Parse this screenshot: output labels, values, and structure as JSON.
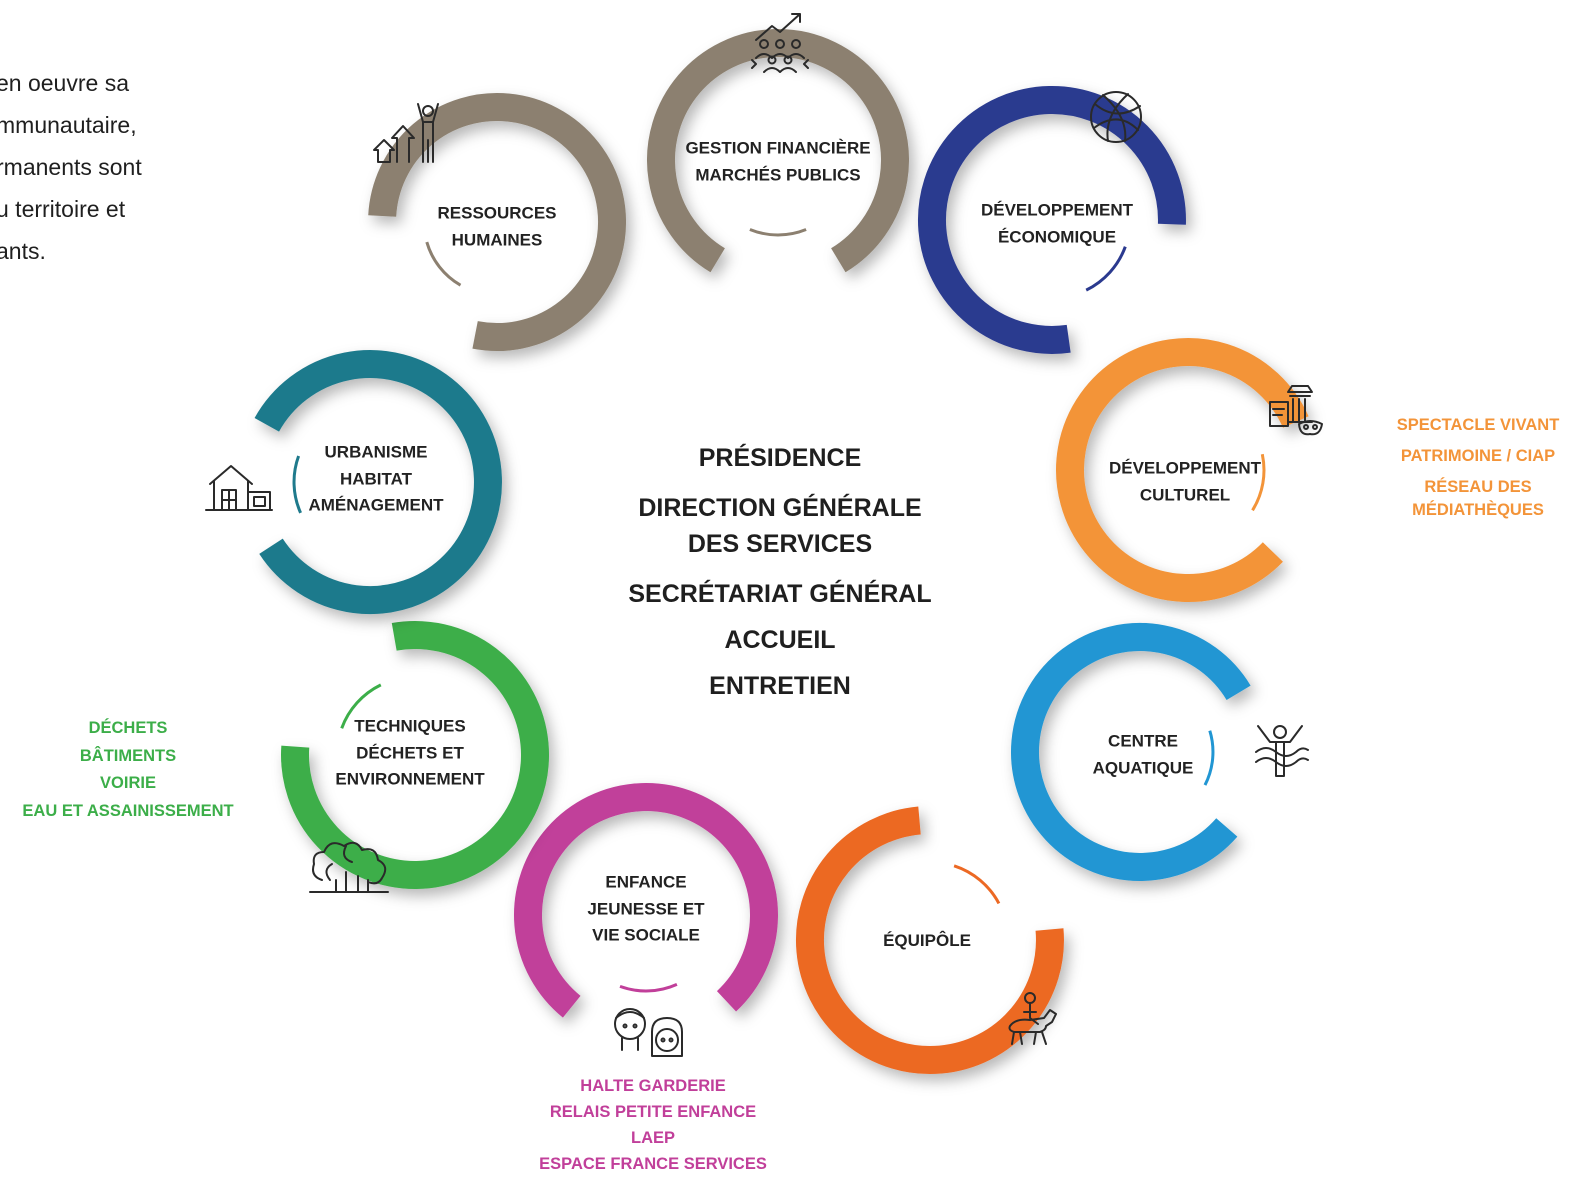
{
  "intro_lines": [
    "en oeuvre sa",
    "mmunautaire,",
    "rmanents sont",
    "u territoire et",
    "ants."
  ],
  "center": {
    "lines": [
      "PRÉSIDENCE",
      "DIRECTION GÉNÉRALE",
      "DES SERVICES",
      "SECRÉTARIAT GÉNÉRAL",
      "ACCUEIL",
      "ENTRETIEN"
    ]
  },
  "services": {
    "rh": {
      "lines": [
        "RESSOURCES",
        "HUMAINES"
      ],
      "color": "#8c8070",
      "icon": "people-growth-icon"
    },
    "finance": {
      "lines": [
        "GESTION FINANCIÈRE",
        "MARCHÉS PUBLICS"
      ],
      "color": "#8c8070",
      "icon": "finance-chart-icon"
    },
    "eco": {
      "lines": [
        "DÉVELOPPEMENT",
        "ÉCONOMIQUE"
      ],
      "color": "#2b3a8f",
      "icon": "globe-icon"
    },
    "culture": {
      "lines": [
        "DÉVELOPPEMENT",
        "CULTUREL"
      ],
      "color": "#f39439",
      "icon": "culture-icon"
    },
    "aqua": {
      "lines": [
        "CENTRE",
        "AQUATIQUE"
      ],
      "color": "#2196d3",
      "icon": "swimmer-icon"
    },
    "equi": {
      "lines": [
        "ÉQUIPÔLE"
      ],
      "color": "#ec6924",
      "icon": "horse-rider-icon"
    },
    "enfance": {
      "lines": [
        "ENFANCE",
        "JEUNESSE ET",
        "VIE SOCIALE"
      ],
      "color": "#c13f9a",
      "icon": "children-icon"
    },
    "tech": {
      "lines": [
        "TECHNIQUES",
        "DÉCHETS ET",
        "ENVIRONNEMENT"
      ],
      "color": "#3cae49",
      "icon": "trees-icon"
    },
    "urba": {
      "lines": [
        "URBANISME",
        "HABITAT",
        "AMÉNAGEMENT"
      ],
      "color": "#1f7a8c",
      "icon": "house-icon"
    }
  },
  "sublists": {
    "culture": {
      "lines": [
        "SPECTACLE VIVANT",
        "PATRIMOINE / CIAP",
        "RÉSEAU DES",
        "MÉDIATHÈQUES"
      ],
      "color": "#f39439"
    },
    "tech": {
      "lines": [
        "DÉCHETS",
        "BÂTIMENTS",
        "VOIRIE",
        "EAU ET ASSAINISSEMENT"
      ],
      "color": "#3cae49"
    },
    "enfance": {
      "lines": [
        "HALTE GARDERIE",
        "RELAIS PETITE ENFANCE",
        "LAEP",
        "ESPACE FRANCE SERVICES"
      ],
      "color": "#c13f9a"
    }
  }
}
